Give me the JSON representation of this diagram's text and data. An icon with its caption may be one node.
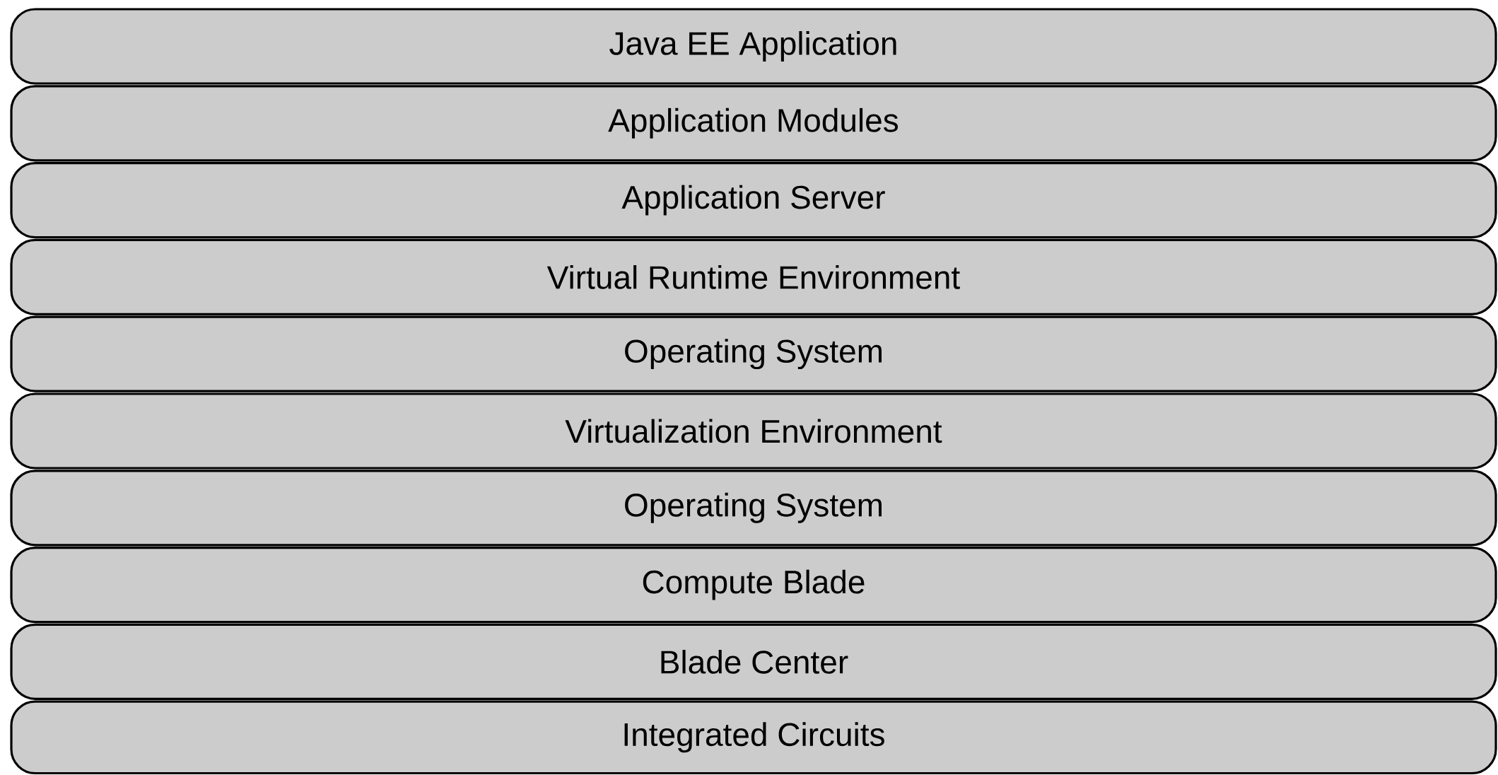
{
  "diagram": {
    "nodes": [
      {
        "text": [
          "Java EE Application"
        ]
      },
      {
        "text": [
          "Application Modules"
        ]
      },
      {
        "text": [
          "Application Server"
        ]
      },
      {
        "text": [
          "Virtual Runtime Environment"
        ]
      },
      {
        "text": [
          "Operating System"
        ]
      },
      {
        "text": [
          "Virtualization Environment"
        ]
      },
      {
        "text": [
          "Operating System"
        ]
      },
      {
        "text": [
          "Compute Blade"
        ]
      },
      {
        "text": [
          "Blade Center"
        ]
      },
      {
        "text": [
          "Integrated Circuits"
        ]
      }
    ]
  }
}
